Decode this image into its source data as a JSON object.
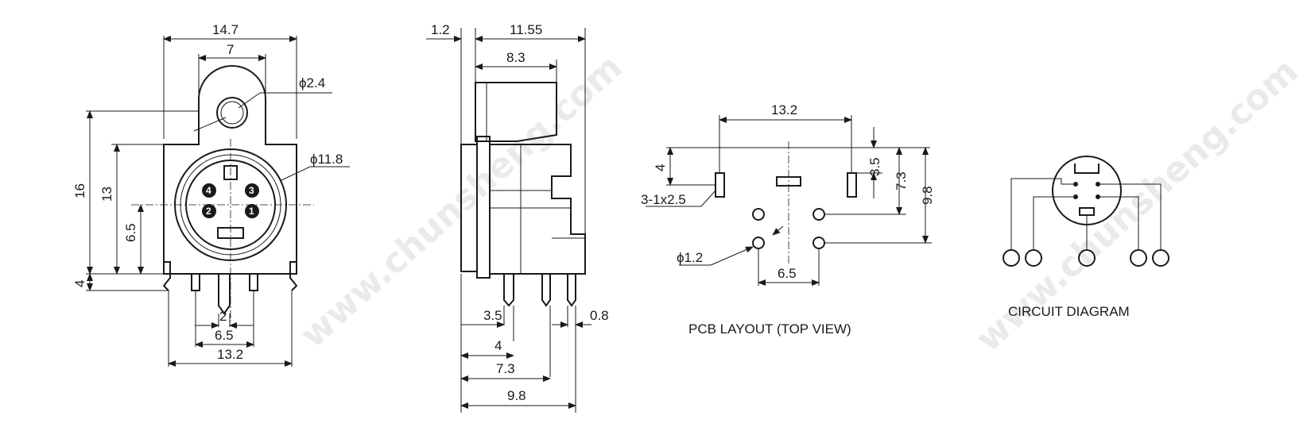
{
  "front_view": {
    "width_total": "14.7",
    "width_tab": "7",
    "hole_dia": "ϕ2.4",
    "socket_dia": "ϕ11.8",
    "height_total": "16",
    "height_body": "13",
    "height_center": "6.5",
    "pin_length": "4",
    "pin_pitch_center": "2",
    "pin_pitch_inner": "6.5",
    "pin_pitch_outer": "13.2",
    "pin_labels": [
      "4",
      "3",
      "2",
      "1"
    ]
  },
  "side_view": {
    "offset_top": "1.2",
    "depth_total": "11.55",
    "depth_top": "8.3",
    "pin_off_a": "3.5",
    "pin_width": "0.8",
    "pin_off_b": "4",
    "pin_off_c": "7.3",
    "pin_off_d": "9.8"
  },
  "pcb_layout": {
    "caption": "PCB LAYOUT (TOP VIEW)",
    "span_top": "13.2",
    "slot_offset": "4",
    "slot_size": "3-1x2.5",
    "vert_a": "3.5",
    "vert_b": "7.3",
    "vert_c": "9.8",
    "hole_dia": "ϕ1.2",
    "hole_pitch": "6.5"
  },
  "circuit": {
    "caption": "CIRCUIT DIAGRAM"
  },
  "watermark": "www.chunsheng.com",
  "colors": {
    "ink": "#1a1a1a",
    "watermark": "#d9d9d9"
  }
}
